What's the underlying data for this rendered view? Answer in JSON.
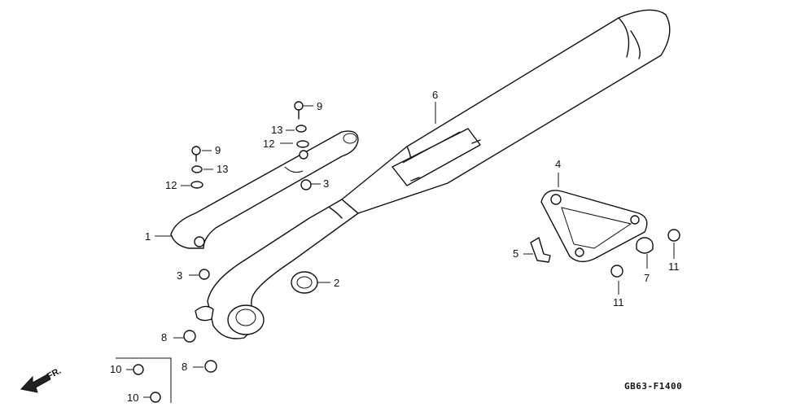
{
  "diagram": {
    "callouts": {
      "c1": "1",
      "c2": "2",
      "c3a": "3",
      "c3b": "3",
      "c4": "4",
      "c5": "5",
      "c6": "6",
      "c7": "7",
      "c8a": "8",
      "c8b": "8",
      "c9a": "9",
      "c9b": "9",
      "c10a": "10",
      "c10b": "10",
      "c11a": "11",
      "c11b": "11",
      "c12a": "12",
      "c12b": "12",
      "c13a": "13",
      "c13b": "13"
    },
    "direction_label": "FR.",
    "drawing_code": "GB63-F1400"
  }
}
